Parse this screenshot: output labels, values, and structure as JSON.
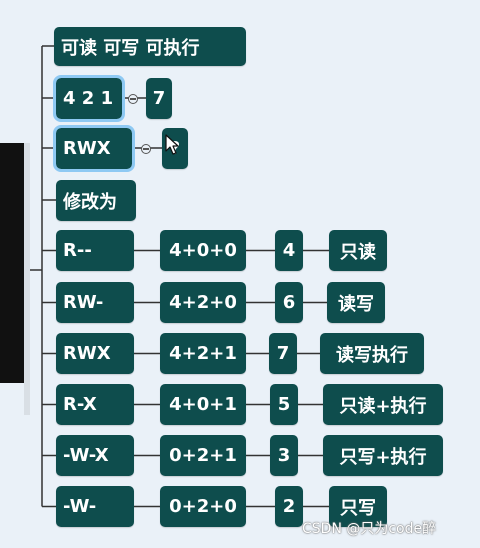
{
  "theme": {
    "node_bg": "#0e4d4d",
    "node_text": "#ffffff",
    "line": "#333333",
    "selection": "#8ec9f3"
  },
  "header": {
    "permissions": "可读 可写 可执行"
  },
  "numeric": {
    "label": "4 2 1",
    "result": "7"
  },
  "symbolic": {
    "label": "RWX",
    "result": "?"
  },
  "change_label": "修改为",
  "rows": [
    {
      "perm": "R--",
      "sum": "4+0+0",
      "value": "4",
      "meaning": "只读"
    },
    {
      "perm": "RW-",
      "sum": "4+2+0",
      "value": "6",
      "meaning": "读写"
    },
    {
      "perm": "RWX",
      "sum": "4+2+1",
      "value": "7",
      "meaning": "读写执行"
    },
    {
      "perm": "R-X",
      "sum": "4+0+1",
      "value": "5",
      "meaning": "只读+执行"
    },
    {
      "perm": "-W-X",
      "sum": "0+2+1",
      "value": "3",
      "meaning": "只写+执行"
    },
    {
      "perm": "-W-",
      "sum": "0+2+0",
      "value": "2",
      "meaning": "只写"
    }
  ],
  "watermark": "CSDN @只为code醉"
}
